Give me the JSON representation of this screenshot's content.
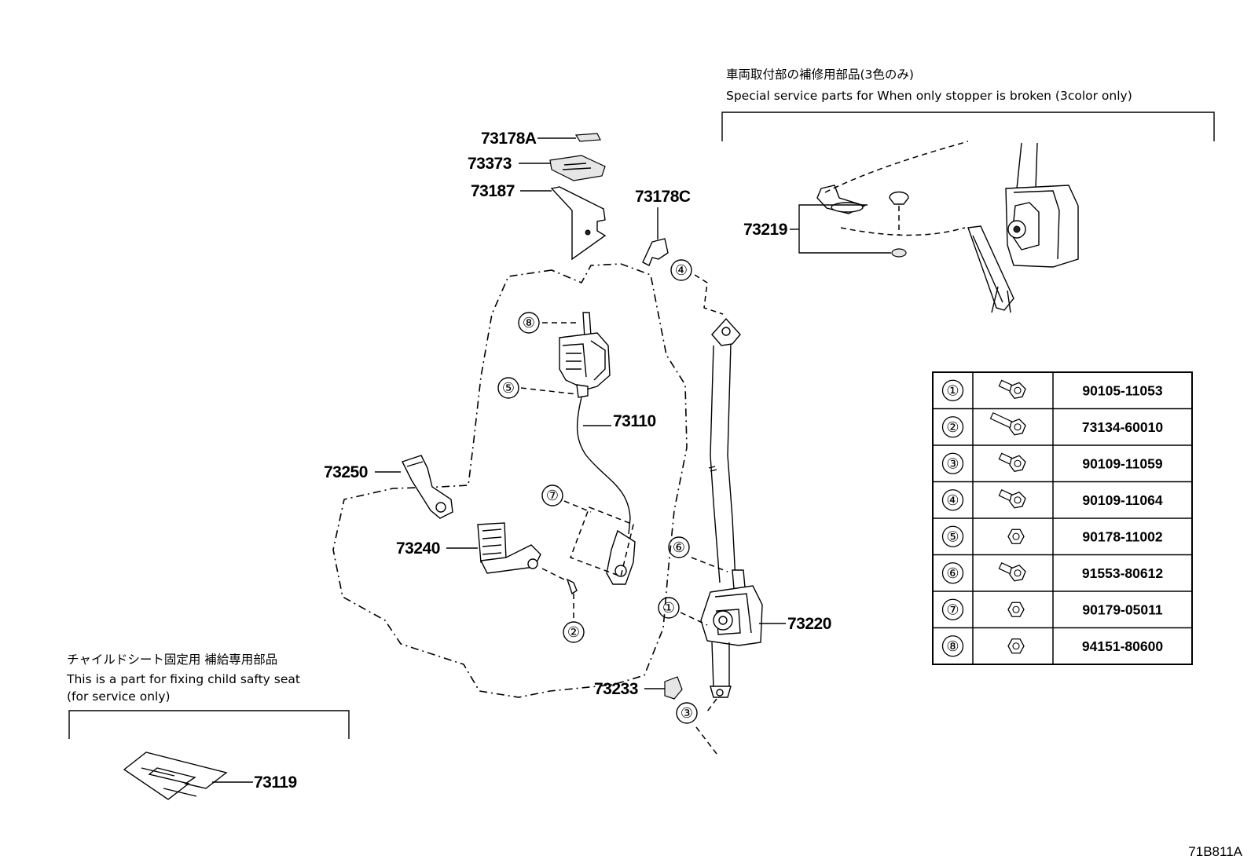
{
  "labels": {
    "p73178A": "73178A",
    "p73373": "73373",
    "p73187": "73187",
    "p73178C": "73178C",
    "p73110": "73110",
    "p73250": "73250",
    "p73240": "73240",
    "p73220": "73220",
    "p73233": "73233",
    "p73219": "73219",
    "p73119": "73119"
  },
  "callouts": {
    "c1": "①",
    "c2": "②",
    "c3": "③",
    "c4": "④",
    "c5": "⑤",
    "c6": "⑥",
    "c7": "⑦",
    "c8": "⑧"
  },
  "notes": {
    "service_jp": "車両取付部の補修用部品(3色のみ)",
    "service_en": "Special service parts for When only stopper is broken (3color only)",
    "child_jp": "チャイルドシート固定用 補給専用部品",
    "child_en1": "This is a part for fixing child safty seat",
    "child_en2": "(for service only)"
  },
  "fastener_table": [
    {
      "key": "①",
      "part": "90105-11053"
    },
    {
      "key": "②",
      "part": "73134-60010"
    },
    {
      "key": "③",
      "part": "90109-11059"
    },
    {
      "key": "④",
      "part": "90109-11064"
    },
    {
      "key": "⑤",
      "part": "90178-11002"
    },
    {
      "key": "⑥",
      "part": "91553-80612"
    },
    {
      "key": "⑦",
      "part": "90179-05011"
    },
    {
      "key": "⑧",
      "part": "94151-80600"
    }
  ],
  "diagram_id": "71B811A"
}
